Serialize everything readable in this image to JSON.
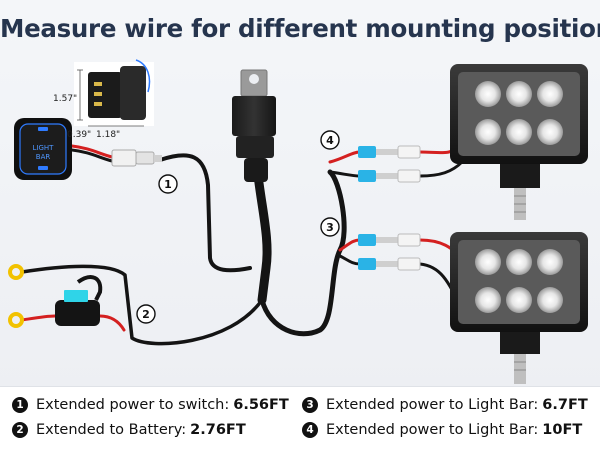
{
  "title": "Measure wire for different mounting position",
  "switch": {
    "dimension_height": "1.57\"",
    "dimension_depth": "0.39\"",
    "dimension_width": "1.18\"",
    "label_line1": "LIGHT",
    "label_line2": "BAR"
  },
  "callouts": [
    "1",
    "2",
    "3",
    "4"
  ],
  "legend": [
    {
      "num": "1",
      "text": "Extended power to switch:",
      "value": "6.56FT"
    },
    {
      "num": "2",
      "text": "Extended to Battery:",
      "value": "2.76FT"
    },
    {
      "num": "3",
      "text": "Extended power to Light Bar:",
      "value": "6.7FT"
    },
    {
      "num": "4",
      "text": "Extended power to Light Bar:",
      "value": "10FT"
    }
  ],
  "colors": {
    "title": "#26354e",
    "wire_black": "#141414",
    "wire_red": "#d42020",
    "connector_blue": "#2ab3e6",
    "switch_glow": "#2f7bff",
    "fuse_cyan": "#2fd4e8",
    "ring_terminal": "#f2c200"
  }
}
